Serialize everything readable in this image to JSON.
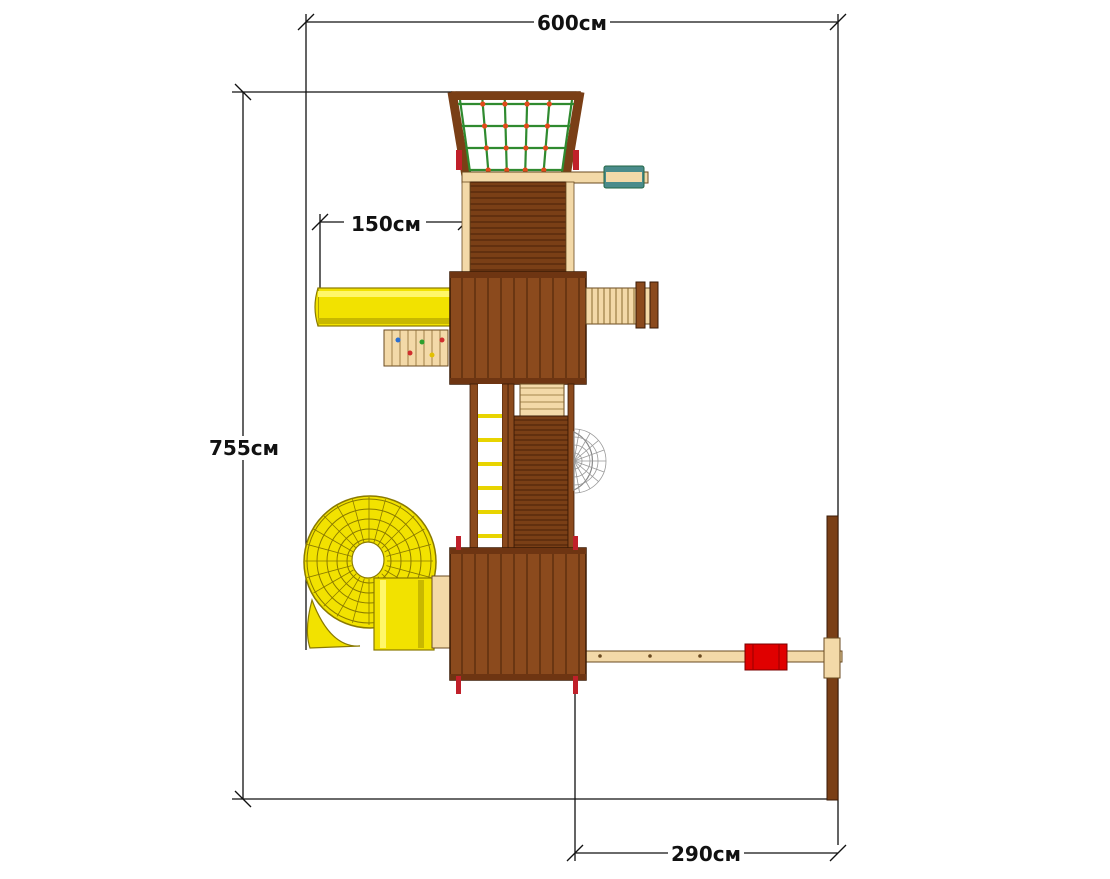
{
  "dimensions": {
    "overall_width": "600см",
    "overall_length": "755см",
    "slide_offset": "150см",
    "swing_beam_span": "290см"
  },
  "colors": {
    "wood_dark": "#7a3f16",
    "wood_mid": "#8b4a1d",
    "wood_light": "#f3d9a8",
    "slide_yellow": "#f2e200",
    "net_green": "#2f8a2f",
    "swing_red": "#e00000",
    "dim_line": "#111111"
  },
  "components": [
    {
      "name": "cargo-net-climber",
      "icon": "net-icon"
    },
    {
      "name": "ramp-upper",
      "icon": "ramp-icon"
    },
    {
      "name": "tower-upper",
      "icon": "deck-icon"
    },
    {
      "name": "straight-slide",
      "icon": "slide-icon"
    },
    {
      "name": "rock-wall",
      "icon": "climbing-wall-icon"
    },
    {
      "name": "side-ladder",
      "icon": "ladder-icon"
    },
    {
      "name": "bridge-ramp",
      "icon": "ramp-icon"
    },
    {
      "name": "rung-ladder",
      "icon": "ladder-icon"
    },
    {
      "name": "web-seat",
      "icon": "web-swing-icon"
    },
    {
      "name": "spiral-slide",
      "icon": "spiral-slide-icon"
    },
    {
      "name": "tower-lower",
      "icon": "deck-icon"
    },
    {
      "name": "swing-beam",
      "icon": "beam-icon"
    },
    {
      "name": "swing-seat",
      "icon": "swing-icon"
    },
    {
      "name": "a-frame-leg",
      "icon": "a-frame-icon"
    }
  ]
}
